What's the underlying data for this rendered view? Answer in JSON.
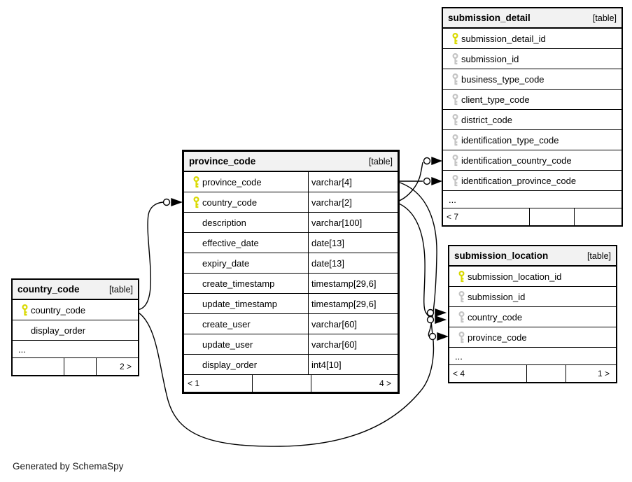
{
  "diagram": {
    "credit": "Generated by SchemaSpy"
  },
  "colors": {
    "primary_key": "#d9d900",
    "foreign_key": "#c4c4c4",
    "header_bg": "#f2f2f2",
    "line": "#000000"
  },
  "tables": [
    {
      "id": "submission_detail",
      "title": "submission_detail",
      "badge": "[table]",
      "columns": [
        {
          "name": "submission_detail_id",
          "key": "pk"
        },
        {
          "name": "submission_id",
          "key": "fk"
        },
        {
          "name": "business_type_code",
          "key": "fk"
        },
        {
          "name": "client_type_code",
          "key": "fk"
        },
        {
          "name": "district_code",
          "key": "fk"
        },
        {
          "name": "identification_type_code",
          "key": "fk"
        },
        {
          "name": "identification_country_code",
          "key": "fk"
        },
        {
          "name": "identification_province_code",
          "key": "fk"
        }
      ],
      "ellipsis": "...",
      "footer": [
        "< 7",
        "",
        ""
      ]
    },
    {
      "id": "province_code",
      "title": "province_code",
      "badge": "[table]",
      "columns": [
        {
          "name": "province_code",
          "key": "pk",
          "type": "varchar[4]"
        },
        {
          "name": "country_code",
          "key": "pk",
          "type": "varchar[2]"
        },
        {
          "name": "description",
          "type": "varchar[100]"
        },
        {
          "name": "effective_date",
          "type": "date[13]"
        },
        {
          "name": "expiry_date",
          "type": "date[13]"
        },
        {
          "name": "create_timestamp",
          "type": "timestamp[29,6]"
        },
        {
          "name": "update_timestamp",
          "type": "timestamp[29,6]"
        },
        {
          "name": "create_user",
          "type": "varchar[60]"
        },
        {
          "name": "update_user",
          "type": "varchar[60]"
        },
        {
          "name": "display_order",
          "type": "int4[10]"
        }
      ],
      "footer": [
        "< 1",
        "",
        "4 >"
      ]
    },
    {
      "id": "country_code",
      "title": "country_code",
      "badge": "[table]",
      "columns": [
        {
          "name": "country_code",
          "key": "pk"
        },
        {
          "name": "display_order"
        }
      ],
      "ellipsis": "...",
      "footer": [
        "",
        "",
        "2 >"
      ]
    },
    {
      "id": "submission_location",
      "title": "submission_location",
      "badge": "[table]",
      "columns": [
        {
          "name": "submission_location_id",
          "key": "pk"
        },
        {
          "name": "submission_id",
          "key": "fk"
        },
        {
          "name": "country_code",
          "key": "fk"
        },
        {
          "name": "province_code",
          "key": "fk"
        }
      ],
      "ellipsis": "...",
      "footer": [
        "< 4",
        "",
        "1 >"
      ]
    }
  ],
  "relationships": [
    {
      "from": "country_code.country_code",
      "to": "province_code.country_code"
    },
    {
      "from": "country_code.country_code",
      "to": "submission_location.country_code"
    },
    {
      "from": "province_code.province_code",
      "to": "submission_detail.identification_province_code"
    },
    {
      "from": "province_code.country_code",
      "to": "submission_detail.identification_country_code"
    },
    {
      "from": "province_code.province_code",
      "to": "submission_location.province_code"
    },
    {
      "from": "province_code.country_code",
      "to": "submission_location.country_code"
    }
  ]
}
